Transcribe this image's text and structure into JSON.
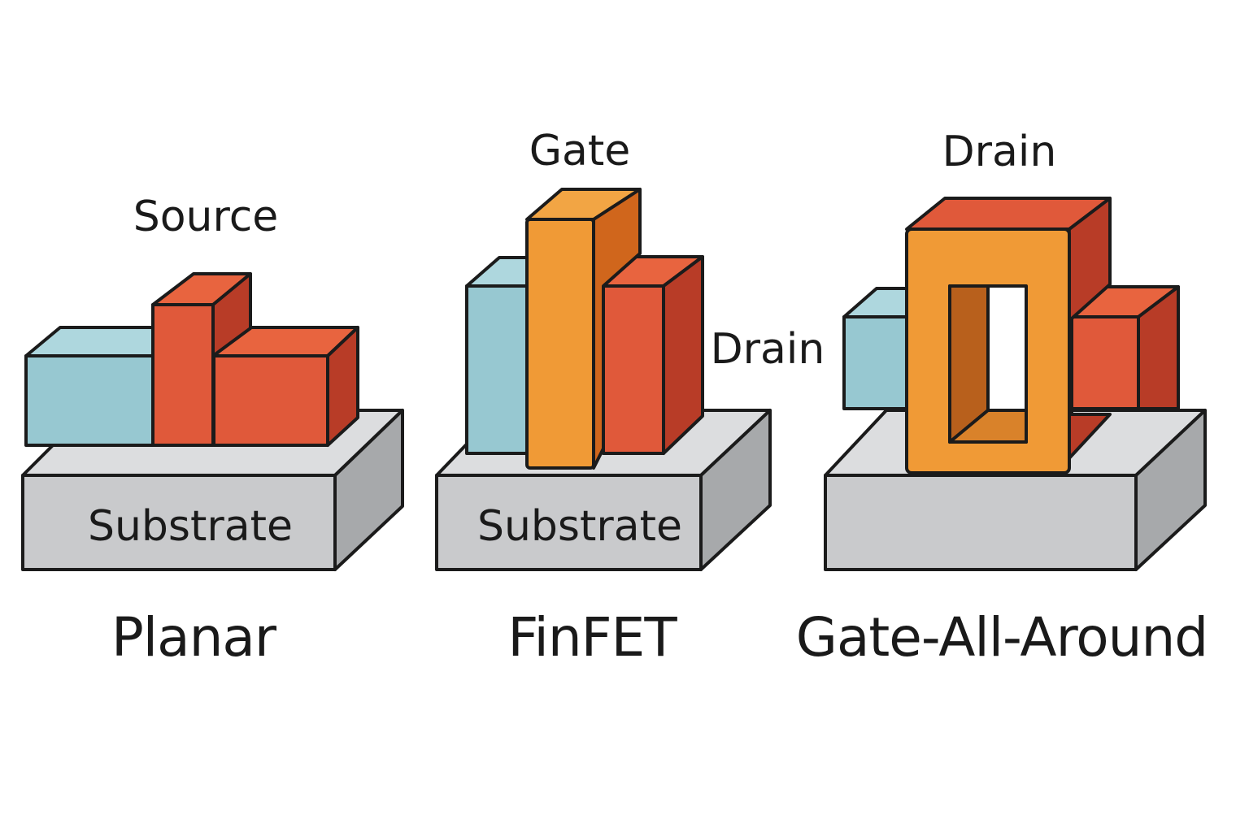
{
  "colors": {
    "substrate_front": "#c9cacc",
    "substrate_top": "#dcdddf",
    "substrate_side": "#a7a9ab",
    "cyan_front": "#97c8d1",
    "cyan_top": "#aed7de",
    "red_front": "#e0593a",
    "red_top": "#e8643f",
    "red_side": "#b83c27",
    "orange_front": "#f09a36",
    "orange_side": "#d0661c",
    "outline": "#1b1b1b"
  },
  "panels": [
    {
      "id": "planar",
      "title": "Planar",
      "labels": {
        "top": "Source",
        "substrate": "Substrate"
      }
    },
    {
      "id": "finfet",
      "title": "FinFET",
      "labels": {
        "top": "Gate",
        "side": "Drain",
        "substrate": "Substrate"
      }
    },
    {
      "id": "gaa",
      "title": "Gate-All-Around",
      "labels": {
        "top": "Drain"
      }
    }
  ]
}
